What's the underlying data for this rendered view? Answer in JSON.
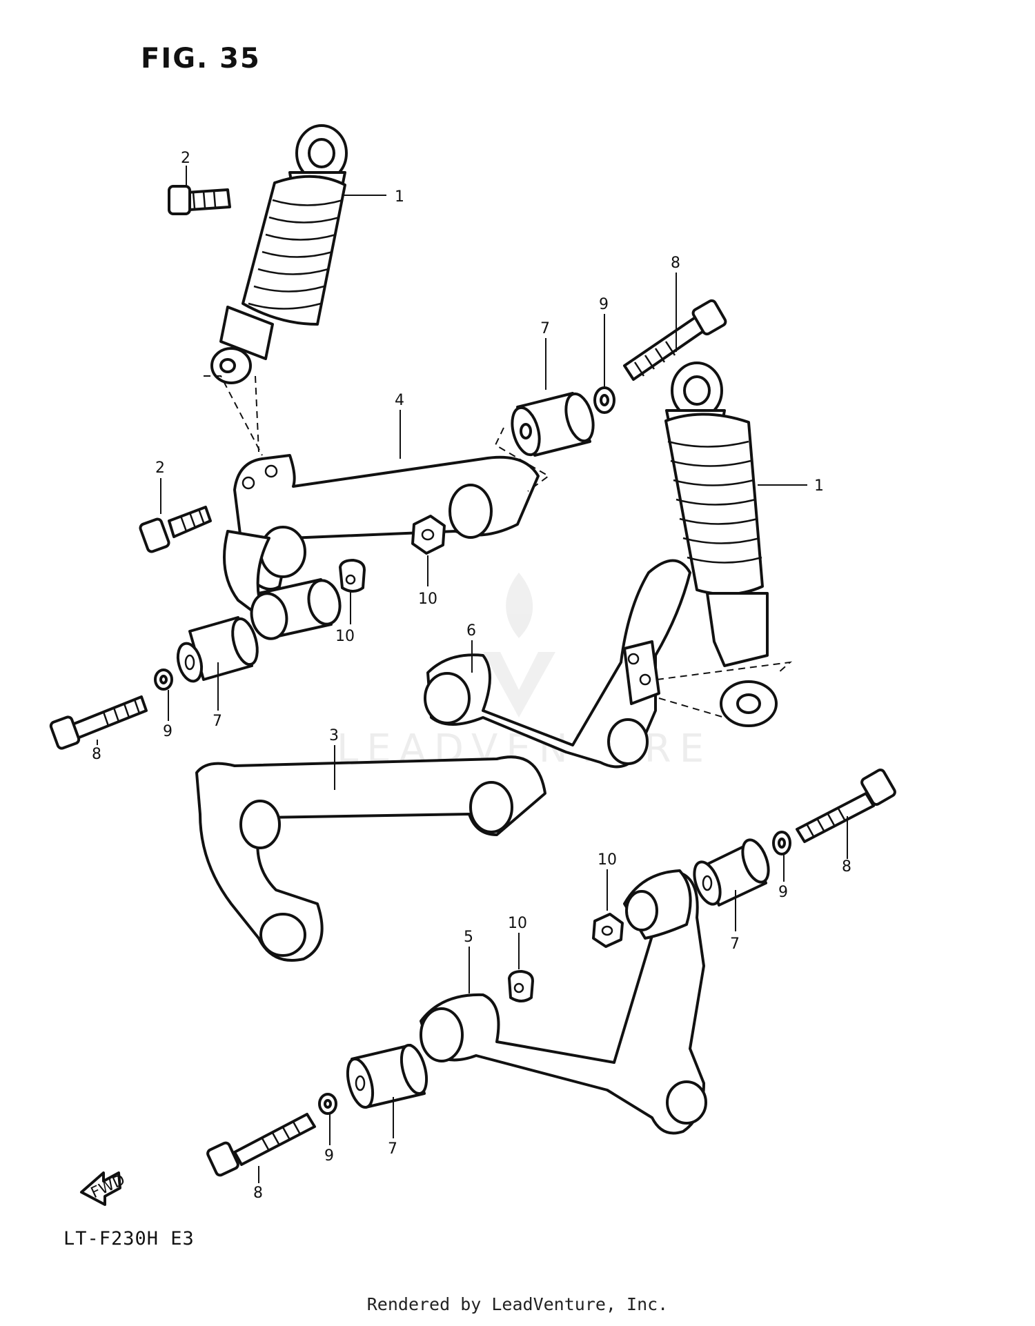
{
  "figure": {
    "title": "FIG. 35",
    "model_code": "LT-F230H E3",
    "watermark": "LEADVENTURE",
    "footer": "Rendered by LeadVenture, Inc."
  },
  "callouts": [
    {
      "id": "c1a",
      "label": "1"
    },
    {
      "id": "c1b",
      "label": "1"
    },
    {
      "id": "c2a",
      "label": "2"
    },
    {
      "id": "c2b",
      "label": "2"
    },
    {
      "id": "c3",
      "label": "3"
    },
    {
      "id": "c4",
      "label": "4"
    },
    {
      "id": "c5",
      "label": "5"
    },
    {
      "id": "c6",
      "label": "6"
    },
    {
      "id": "c7a",
      "label": "7"
    },
    {
      "id": "c7b",
      "label": "7"
    },
    {
      "id": "c7c",
      "label": "7"
    },
    {
      "id": "c7d",
      "label": "7"
    },
    {
      "id": "c8a",
      "label": "8"
    },
    {
      "id": "c8b",
      "label": "8"
    },
    {
      "id": "c8c",
      "label": "8"
    },
    {
      "id": "c8d",
      "label": "8"
    },
    {
      "id": "c9a",
      "label": "9"
    },
    {
      "id": "c9b",
      "label": "9"
    },
    {
      "id": "c9c",
      "label": "9"
    },
    {
      "id": "c9d",
      "label": "9"
    },
    {
      "id": "c10a",
      "label": "10"
    },
    {
      "id": "c10b",
      "label": "10"
    },
    {
      "id": "c10c",
      "label": "10"
    },
    {
      "id": "c10d",
      "label": "10"
    }
  ],
  "direction_badge": "FWD"
}
